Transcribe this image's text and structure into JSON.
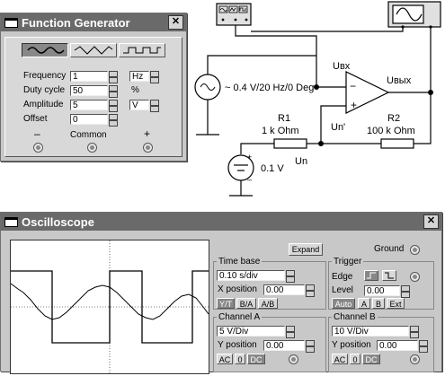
{
  "function_generator": {
    "title": "Function Generator",
    "waveforms": [
      "sine-wave-icon",
      "triangle-wave-icon",
      "square-wave-icon"
    ],
    "rows": [
      {
        "label": "Frequency",
        "value": "1",
        "unit": "Hz",
        "unit_is_select": true
      },
      {
        "label": "Duty cycle",
        "value": "50",
        "unit": "%",
        "unit_is_select": false
      },
      {
        "label": "Amplitude",
        "value": "5",
        "unit": "V",
        "unit_is_select": true
      },
      {
        "label": "Offset",
        "value": "0",
        "unit": "",
        "unit_is_select": false
      }
    ],
    "terminals": {
      "minus": "–",
      "common": "Common",
      "plus": "+"
    }
  },
  "circuit": {
    "source1": "~ 0.4 V/20 Hz/0 Deg",
    "u_in": "Uвх",
    "u_out": "Uвых",
    "r1_name": "R1",
    "r1_value": "1 k Ohm",
    "r2_name": "R2",
    "r2_value": "100 k Ohm",
    "u_n_prime": "Un'",
    "u_n": "Un",
    "source2": "0.1 V",
    "op_minus": "−",
    "op_plus": "+",
    "src2_plus": "+",
    "src2_minus": "–"
  },
  "oscilloscope": {
    "title": "Oscilloscope",
    "expand_label": "Expand",
    "ground_label": "Ground",
    "time_base": {
      "title": "Time base",
      "value": "0.10 s/div",
      "xpos_label": "X position",
      "xpos_value": "0.00",
      "modes": [
        "Y/T",
        "B/A",
        "A/B"
      ]
    },
    "trigger": {
      "title": "Trigger",
      "edge_label": "Edge",
      "level_label": "Level",
      "level_value": "0.00",
      "modes": [
        "Auto",
        "A",
        "B",
        "Ext"
      ]
    },
    "channel_a": {
      "title": "Channel A",
      "value": "5 V/Div",
      "ypos_label": "Y position",
      "ypos_value": "0.00",
      "coupling": [
        "AC",
        "0",
        "DC"
      ]
    },
    "channel_b": {
      "title": "Channel B",
      "value": "10 V/Div",
      "ypos_label": "Y position",
      "ypos_value": "0.00",
      "coupling": [
        "AC",
        "0",
        "DC"
      ]
    }
  }
}
